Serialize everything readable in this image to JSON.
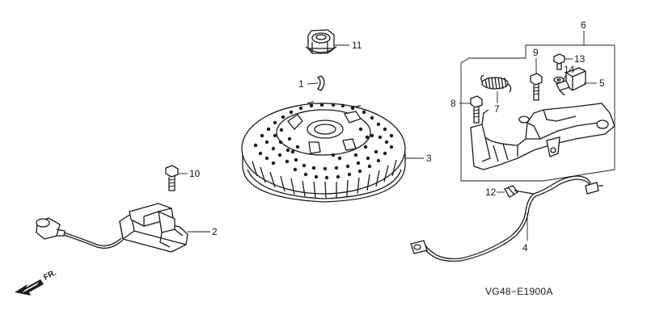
{
  "diagram": {
    "drawing_code": "VG48−E1900A",
    "front_marker": "FR.",
    "callouts": [
      {
        "id": "c1",
        "label": "1",
        "part": "flywheel key"
      },
      {
        "id": "c2",
        "label": "2",
        "part": "ignition coil"
      },
      {
        "id": "c3",
        "label": "3",
        "part": "flywheel"
      },
      {
        "id": "c4",
        "label": "4",
        "part": "stop switch wire"
      },
      {
        "id": "c5",
        "label": "5",
        "part": "stop switch"
      },
      {
        "id": "c6",
        "label": "6",
        "part": "brake arm assembly"
      },
      {
        "id": "c7",
        "label": "7",
        "part": "brake spring"
      },
      {
        "id": "c8",
        "label": "8",
        "part": "flange bolt"
      },
      {
        "id": "c9",
        "label": "9",
        "part": "flange bolt"
      },
      {
        "id": "c10",
        "label": "10",
        "part": "flange bolt"
      },
      {
        "id": "c11",
        "label": "11",
        "part": "flywheel nut"
      },
      {
        "id": "c12",
        "label": "12",
        "part": "wire clamp"
      },
      {
        "id": "c13",
        "label": "13",
        "part": "screw"
      },
      {
        "id": "c14",
        "label": "14",
        "part": "washer"
      }
    ]
  }
}
